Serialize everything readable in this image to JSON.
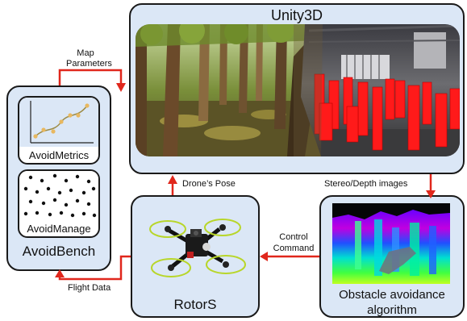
{
  "unity": {
    "title": "Unity3D"
  },
  "avoidbench": {
    "title": "AvoidBench",
    "metrics_label": "AvoidMetrics",
    "manage_label": "AvoidManage"
  },
  "rotors": {
    "title": "RotorS"
  },
  "obstacle": {
    "title_line1": "Obstacle avoidance",
    "title_line2": "algorithm"
  },
  "arrows": {
    "map_params_1": "Map",
    "map_params_2": "Parameters",
    "drones_pose": "Drone’s Pose",
    "stereo_depth": "Stereo/Depth images",
    "control_1": "Control",
    "control_2": "Command",
    "flight_data": "Flight Data"
  },
  "colors": {
    "box_fill": "#dbe7f6",
    "arrow": "#e0271c",
    "border": "#1a1a1a",
    "occupancy": "#ff1a1a"
  }
}
